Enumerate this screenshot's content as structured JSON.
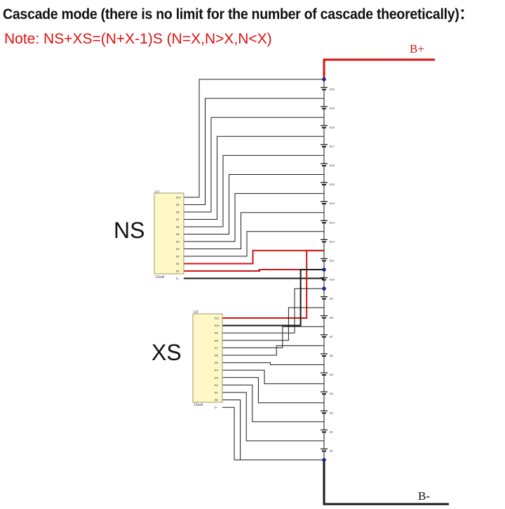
{
  "title": "Cascade mode (there is no limit for the number of cascade theoretically)：",
  "note": "Note: NS+XS=(N+X-1)S (N=X,N>X,N<X)",
  "bplus_label": "B+",
  "bminus_label": "B-",
  "ns": {
    "label": "NS",
    "ic_name": "U1",
    "part": "13sall",
    "pins": [
      "B14",
      "B9",
      "B8",
      "B7",
      "B6",
      "B5",
      "B4",
      "B3",
      "B2",
      "B1",
      "B0",
      "B-"
    ]
  },
  "xs": {
    "label": "XS",
    "ic_name": "U3",
    "part": "13sall",
    "pins": [
      "B11",
      "B10",
      "B9",
      "B8",
      "B7",
      "B6",
      "B5",
      "B4",
      "B3",
      "B2",
      "B1",
      "B0",
      "B-"
    ]
  },
  "cells": [
    "B20",
    "B19",
    "B18",
    "B17",
    "B16",
    "B15",
    "B14",
    "B13",
    "B12",
    "B11",
    "B10",
    "B9",
    "B8",
    "B7",
    "B6",
    "B5",
    "B4",
    "B3",
    "B2",
    "B1"
  ],
  "colors": {
    "wire": "#1a1a1a",
    "red_wire": "#d41414",
    "ic_fill": "#fff8c6",
    "ic_border": "#9a9a6a",
    "note": "#e01010"
  }
}
